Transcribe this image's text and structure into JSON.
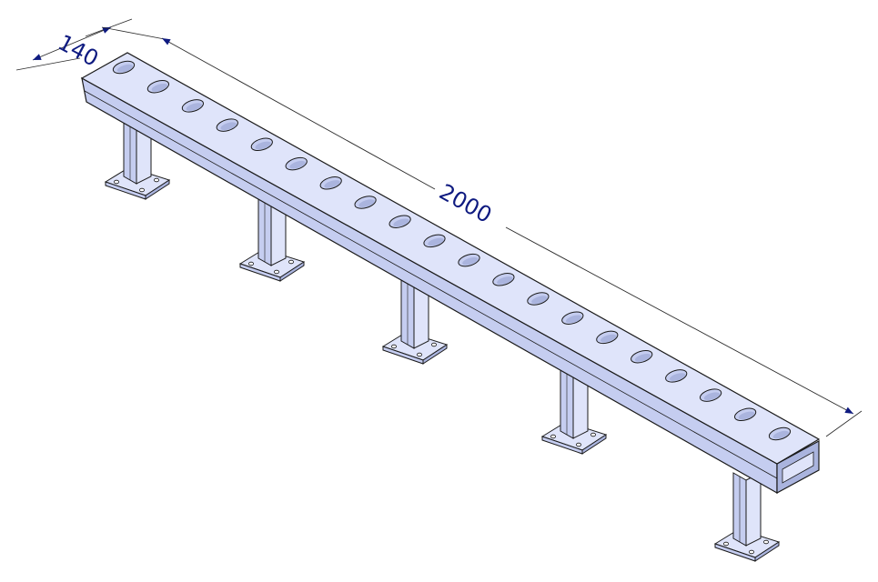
{
  "drawing": {
    "dimensions": {
      "length": "2000",
      "width": "140"
    },
    "hole_count": 20,
    "support_count": 5
  },
  "colors": {
    "background": "#ffffff",
    "surface_top": "#dfe4fa",
    "surface_front": "#c5cdf0",
    "surface_dark": "#aab4de",
    "edge": "#1a1a1a",
    "dimension": "#0e1a80",
    "dimension_line": "#2b2b2b"
  }
}
